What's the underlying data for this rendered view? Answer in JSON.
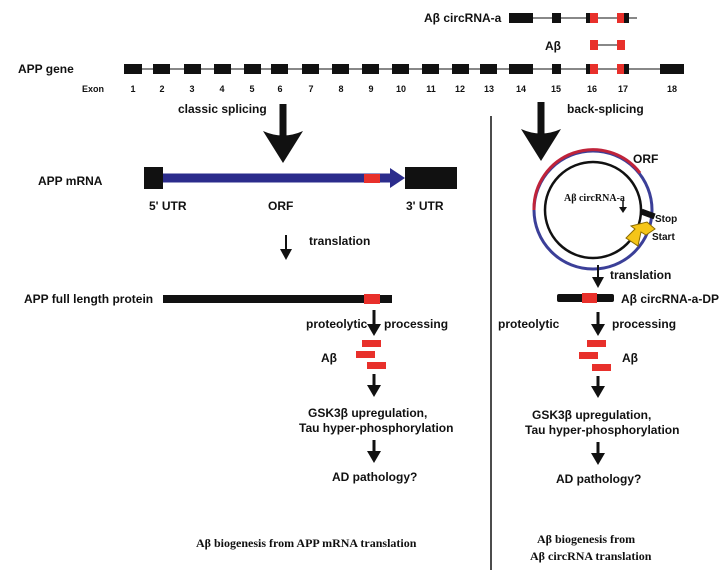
{
  "top": {
    "circrna_label": "Aβ circRNA-a",
    "abeta_label": "Aβ",
    "gene_label": "APP gene",
    "exon_label": "Exon",
    "exon_numbers": [
      "1",
      "2",
      "3",
      "4",
      "5",
      "6",
      "7",
      "8",
      "9",
      "10",
      "11",
      "12",
      "13",
      "14",
      "15",
      "16",
      "17",
      "18"
    ]
  },
  "left": {
    "splice_label": "classic splicing",
    "mrna_label": "APP mRNA",
    "utr5": "5' UTR",
    "orf": "ORF",
    "utr3": "3' UTR",
    "translation": "translation",
    "protein_label": "APP full length protein",
    "proteolytic": "proteolytic",
    "processing": "processing",
    "abeta": "Aβ",
    "gsk_line1": "GSK3β upregulation,",
    "gsk_line2": "Tau hyper-phosphorylation",
    "ad": "AD pathology?",
    "caption": "Aβ biogenesis from APP mRNA translation"
  },
  "right": {
    "splice_label": "back-splicing",
    "orf": "ORF",
    "circ_inner": "Aβ circRNA-a",
    "stop": "Stop",
    "start": "Start",
    "translation": "translation",
    "dp_label": "Aβ circRNA-a-DP",
    "proteolytic": "proteolytic",
    "processing": "processing",
    "abeta": "Aβ",
    "gsk_line1": "GSK3β upregulation,",
    "gsk_line2": "Tau hyper-phosphorylation",
    "ad": "AD pathology?",
    "caption_line1": "Aβ biogenesis from",
    "caption_line2": "Aβ circRNA translation"
  },
  "colors": {
    "exon": "#111111",
    "abeta_red": "#e8302b",
    "orf_blue": "#2b2c8c",
    "circ_red": "#c0233a",
    "circ_blue": "#3b3f98",
    "start_arrow": "#f5c518"
  }
}
